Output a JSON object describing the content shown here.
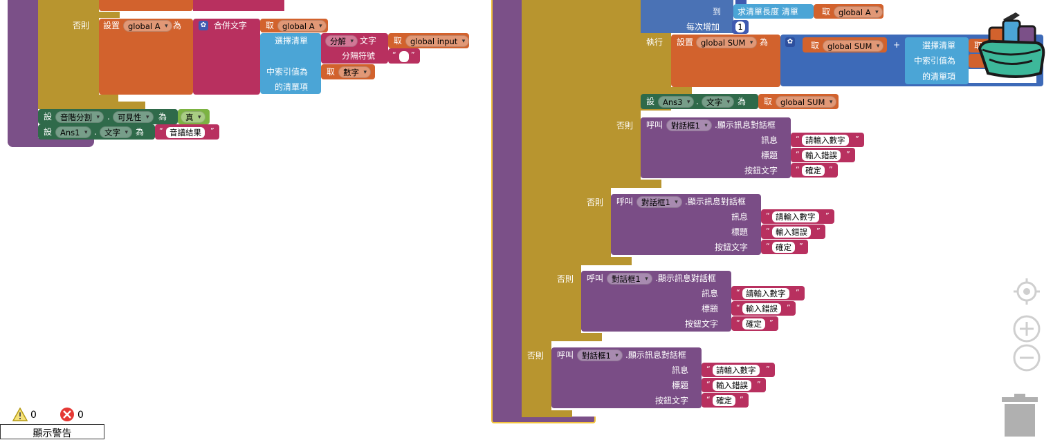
{
  "left_workspace": {
    "else_label": "否則",
    "set_label": "設置",
    "var_A": "global A",
    "to_label": "為",
    "join_label": "合併文字",
    "get_label": "取",
    "get_var_A": "global A",
    "select_list_label": "選擇清單",
    "split_label": "分解",
    "text_label": "文字",
    "get_input_label": "取",
    "input_var": "global input",
    "separator_label": "分隔符號",
    "index_label": "中索引值為",
    "list_item_label": "的清單項",
    "get_number_label": "取",
    "number_var": "數字",
    "row1": {
      "set": "設",
      "component": "音階分割",
      "dot": ".",
      "prop": "可見性",
      "to": "為",
      "value": "真"
    },
    "row2": {
      "set": "設",
      "component": "Ans1",
      "dot": ".",
      "prop": "文字",
      "to": "為",
      "value": "音譜結果"
    }
  },
  "right_workspace": {
    "to_label": "到",
    "list_len_label": "求清單長度 清單",
    "get_label": "取",
    "list_var": "global A",
    "step_label": "每次增加",
    "step_value": "1",
    "do_label": "執行",
    "set_label": "設置",
    "sum_var": "global SUM",
    "as_label": "為",
    "get_sum_label": "取",
    "get_sum_var": "global SUM",
    "plus": "+",
    "select_list": "選擇清單",
    "index_label": "中索引值為",
    "list_item_label": "的清單項",
    "get_short": "取",
    "set_ans3": {
      "set": "設",
      "component": "Ans3",
      "dot": ".",
      "prop": "文字",
      "to": "為",
      "get": "取",
      "var": "global SUM"
    },
    "dialogs": [
      {
        "else": "否則",
        "call": "呼叫",
        "component": "對話框1",
        "method": ".顯示訊息對話框",
        "msg_label": "訊息",
        "msg": "請輸入數字",
        "title_label": "標題",
        "title": "輸入錯誤",
        "btn_label": "按鈕文字",
        "btn": "確定"
      },
      {
        "else": "否則",
        "call": "呼叫",
        "component": "對話框1",
        "method": ".顯示訊息對話框",
        "msg_label": "訊息",
        "msg": "請輸入數字",
        "title_label": "標題",
        "title": "輸入錯誤",
        "btn_label": "按鈕文字",
        "btn": "確定"
      },
      {
        "else": "否則",
        "call": "呼叫",
        "component": "對話框1",
        "method": ".顯示訊息對話框",
        "msg_label": "訊息",
        "msg": "請輸入數字",
        "title_label": "標題",
        "title": "輸入錯誤",
        "btn_label": "按鈕文字",
        "btn": "確定"
      },
      {
        "else": "否則",
        "call": "呼叫",
        "component": "對話框1",
        "method": ".顯示訊息對話框",
        "msg_label": "訊息",
        "msg": "請輸入數字",
        "title_label": "標題",
        "title": "輸入錯誤",
        "btn_label": "按鈕文字",
        "btn": "確定"
      }
    ]
  },
  "status": {
    "warnings": "0",
    "errors": "0",
    "show_warnings_button": "顯示警告"
  },
  "controls": {
    "center": "target-icon",
    "zoom_in": "zoom-in-icon",
    "zoom_out": "zoom-out-icon",
    "trash": "trash-icon",
    "backpack": "backpack-icon"
  }
}
